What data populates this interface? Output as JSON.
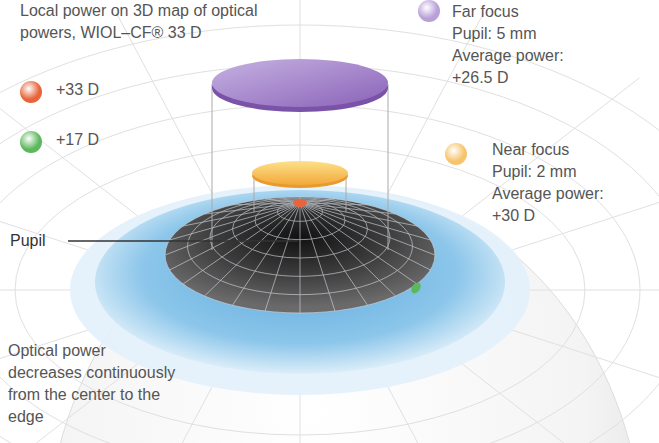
{
  "diagram": {
    "labels": [
      "Local power on 3D map of optical powers, WIOL–CF® 33 D",
      "Pupil",
      "Optical power decreases continuously from the center to the edge",
      "Pupil: 5 mm",
      "Average power: +26.5 D",
      "Pupil: 2 mm",
      "Average power: +30 D"
    ],
    "legend": [
      {
        "text": "+33 D",
        "color": "#e8643a"
      },
      {
        "text": "+17 D",
        "color": "#5cb85c"
      },
      {
        "text": "Far focus",
        "color": "#b9a0d8"
      },
      {
        "text": "Near focus",
        "color": "#f6c46c"
      }
    ]
  }
}
